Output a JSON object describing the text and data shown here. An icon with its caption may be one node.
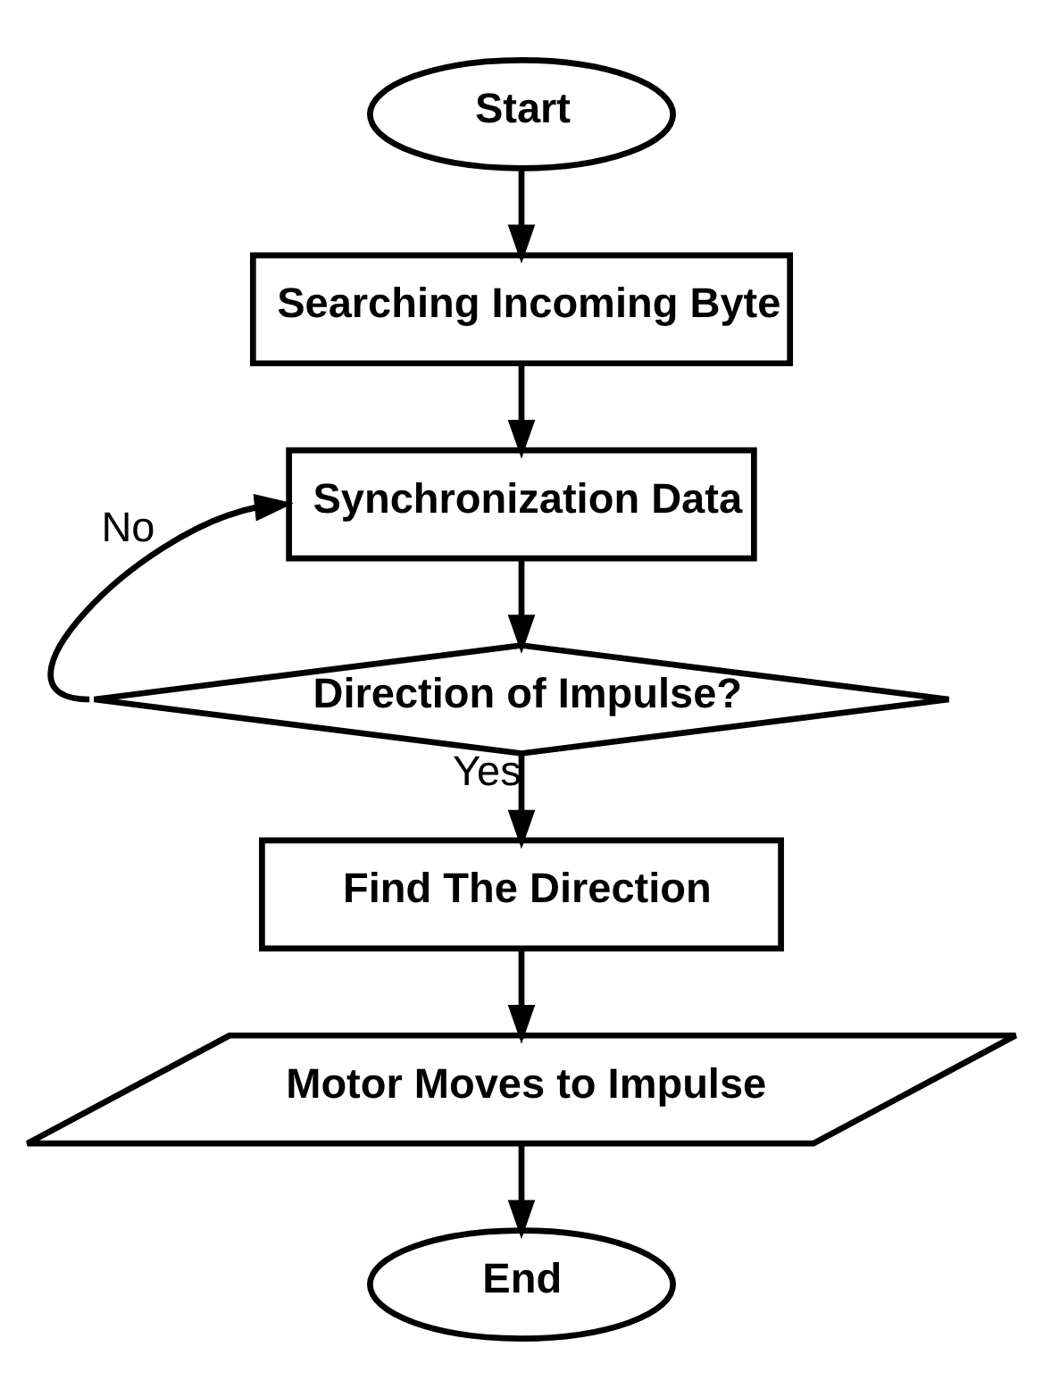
{
  "diagram": {
    "nodes": [
      {
        "text": [
          "Start"
        ]
      },
      {
        "text": [
          "Searching Incoming Byte"
        ]
      },
      {
        "text": [
          "Synchronization Data"
        ]
      },
      {
        "text": [
          "Direction of Impulse?"
        ]
      },
      {
        "text": [
          "Find The Direction"
        ]
      },
      {
        "text": [
          "Motor Moves to Impulse"
        ]
      },
      {
        "text": [
          "End"
        ]
      }
    ],
    "edges": [
      {
        "from": 0,
        "to": 1,
        "arrow": "to"
      },
      {
        "from": 1,
        "to": 2,
        "arrow": "to"
      },
      {
        "from": 2,
        "to": 3,
        "arrow": "to"
      },
      {
        "from": 3,
        "to": 4,
        "arrow": "to",
        "label": "Yes"
      },
      {
        "from": 3,
        "to": 2,
        "arrow": "to",
        "label": "No"
      },
      {
        "from": 4,
        "to": 5,
        "arrow": "to"
      },
      {
        "from": 5,
        "to": 6,
        "arrow": "to"
      }
    ]
  }
}
